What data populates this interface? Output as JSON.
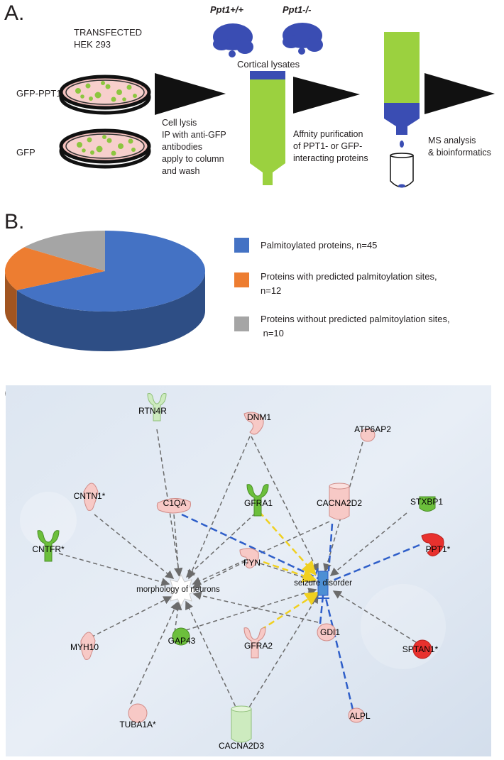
{
  "panelA": {
    "label": "A.",
    "transfected_line1": "TRANSFECTED",
    "transfected_line2": "HEK 293",
    "dish1_label": "GFP-PPT1",
    "dish2_label": "GFP",
    "genotype_wt": "Ppt1+/+",
    "genotype_ko": "Ppt1-/-",
    "lysates_label": "Cortical lysates",
    "step1_lines": [
      "Cell lysis",
      "IP with anti-GFP",
      "antibodies",
      "apply to column",
      "and wash"
    ],
    "step2_lines": [
      "Affnity purification",
      "of PPT1- or GFP-",
      "interacting proteins"
    ],
    "step3_lines": [
      "MS analysis",
      "& bioinformatics"
    ],
    "colors": {
      "column": "#9bd13f",
      "brain": "#3a4db3",
      "dish_pink": "#f2b8b8",
      "cell_green": "#8cc63f"
    }
  },
  "panelB": {
    "label": "B.",
    "legend": [
      {
        "text_lines": [
          "Palmitoylated proteins, n=45"
        ],
        "color": "#4472c4"
      },
      {
        "text_lines": [
          "Proteins with predicted palmitoylation sites,",
          "n=12"
        ],
        "color": "#ed7d31"
      },
      {
        "text_lines": [
          "Proteins without predicted palmitoylation sites,",
          " n=10"
        ],
        "color": "#a5a5a5"
      }
    ]
  },
  "chart_data": {
    "type": "pie",
    "labels": [
      "Palmitoylated proteins",
      "Proteins with predicted palmitoylation sites",
      "Proteins without predicted palmitoylation sites"
    ],
    "values": [
      45,
      12,
      10
    ],
    "colors": [
      "#4472c4",
      "#ed7d31",
      "#a5a5a5"
    ],
    "legend_position": "right"
  },
  "panelC": {
    "label": "C.",
    "hub_neurons": "morphology of neurons",
    "hub_seizure": "seizure disorder",
    "nodes": {
      "RTN4R": "RTN4R",
      "DNM1": "DNM1",
      "ATP6AP2": "ATP6AP2",
      "CNTN1": "CNTN1*",
      "C1QA": "C1QA",
      "GFRA1": "GFRA1",
      "CACNA2D2": "CACNA2D2",
      "STXBP1": "STXBP1",
      "CNTFR": "CNTFR*",
      "FYN": "FYN",
      "PPT1": "PPT1*",
      "MYH10": "MYH10",
      "GAP43": "GAP43",
      "GFRA2": "GFRA2",
      "GDI1": "GDI1",
      "SPTAN1": "SPTAN1*",
      "TUBA1A": "TUBA1A*",
      "CACNA2D3": "CACNA2D3",
      "ALPL": "ALPL"
    },
    "colors": {
      "light_red": "#f7c9c6",
      "red": "#e8312e",
      "light_green": "#cdebbf",
      "green": "#6cbf3c",
      "edge_gray": "#6b6b6b",
      "edge_blue": "#2e5ec9",
      "edge_yellow": "#f0d020",
      "hub_blue": "#4d8fd4"
    }
  }
}
